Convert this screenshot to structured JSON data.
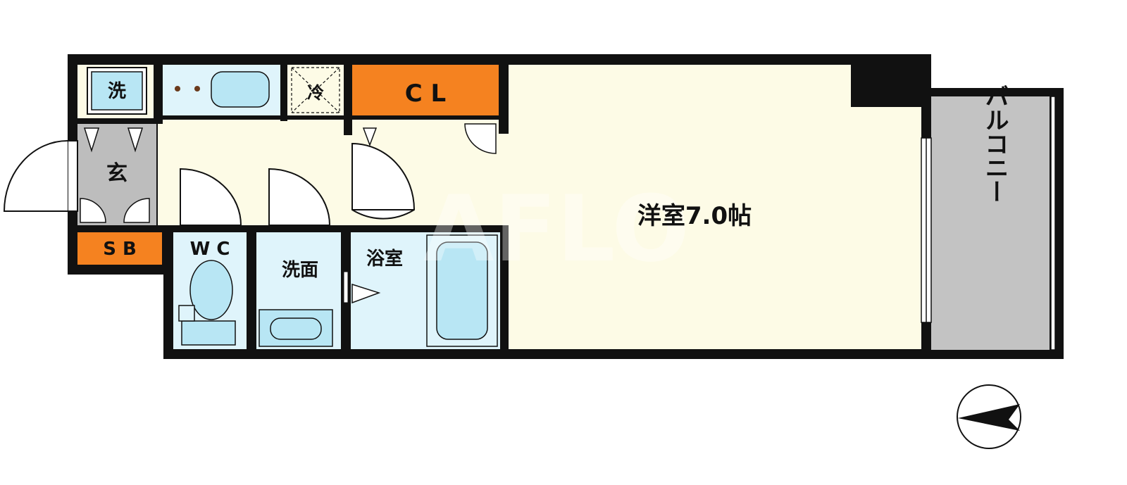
{
  "labels": {
    "washer": "洗",
    "fridge": "冷",
    "closet": "C L",
    "entrance": "玄",
    "shoe_box": "S B",
    "toilet": "W C",
    "washroom": "洗面",
    "bathroom": "浴室",
    "western_room": "洋室7.0帖",
    "balcony": "バルコニー"
  },
  "watermark": "AFLO",
  "colors": {
    "wall": "#111111",
    "floor": "#fdfbe6",
    "wet_area": "#dff4fb",
    "fixture_blue": "#b8e6f4",
    "entrance_gray": "#bdbdbd",
    "balcony_gray": "#c3c3c3",
    "storage_orange": "#f58220"
  },
  "icons": [
    "compass-icon",
    "toilet-icon",
    "bathtub-icon",
    "sink-icon",
    "stove-icon",
    "washer-icon",
    "fridge-icon"
  ]
}
